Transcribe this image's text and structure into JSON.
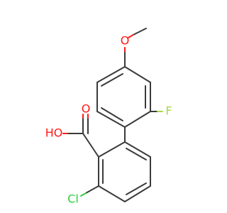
{
  "molecule": {
    "atoms": {
      "methoxy_o": {
        "text": "O",
        "color": "#ff1a1a"
      },
      "fluorine": {
        "text": "F",
        "color": "#a6d84a"
      },
      "carbonyl_o": {
        "text": "O",
        "color": "#ff1a1a"
      },
      "hydroxyl": {
        "text": "HO",
        "color": "#ff1a1a"
      },
      "chlorine": {
        "text": "Cl",
        "color": "#2ecc40"
      }
    }
  }
}
